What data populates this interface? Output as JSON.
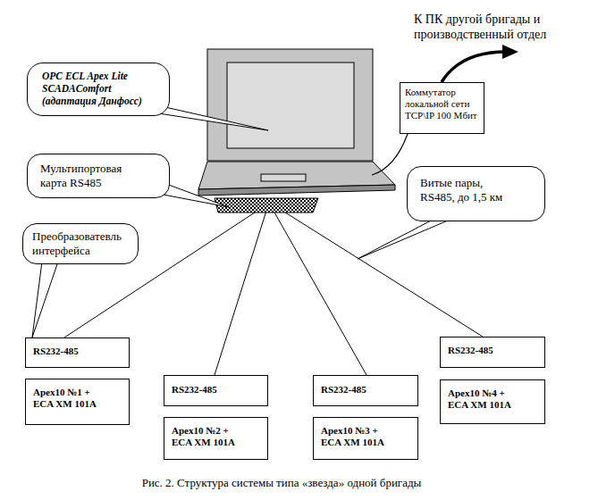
{
  "diagram": {
    "caption": "Рис. 2. Структура системы типа «звезда» одной бригады",
    "nodes": [
      {
        "text": [
          "OPC ECL Apex Lite SCADAComfort (адаптация Данфосс)"
        ]
      },
      {
        "text": [
          "Коммутатор локальной сети TCP\\IP 100 Мбит"
        ]
      },
      {
        "text": [
          "Мультипортовая карта RS485"
        ]
      },
      {
        "text": [
          "Витые пары, RS485, до 1,5 км"
        ]
      },
      {
        "text": [
          "Преобразоватевль интерфейса"
        ]
      },
      {
        "text": [
          "RS232-485"
        ]
      },
      {
        "text": [
          "Apex10 №1 + ECA XM 101A"
        ]
      },
      {
        "text": [
          "RS232-485"
        ]
      },
      {
        "text": [
          "Apex10 №2 + ECA XM 101A"
        ]
      },
      {
        "text": [
          "RS232-485"
        ]
      },
      {
        "text": [
          "Apex10 №3 + ECA XM 101A"
        ]
      },
      {
        "text": [
          "RS232-485"
        ]
      },
      {
        "text": [
          "Apex10 №4 + ECA XM 101A"
        ]
      }
    ],
    "edges": [
      {
        "from": 4,
        "to": 5,
        "arrow": "none"
      }
    ],
    "labels": [
      "К ПК другой бригады и производственный отдел"
    ]
  }
}
